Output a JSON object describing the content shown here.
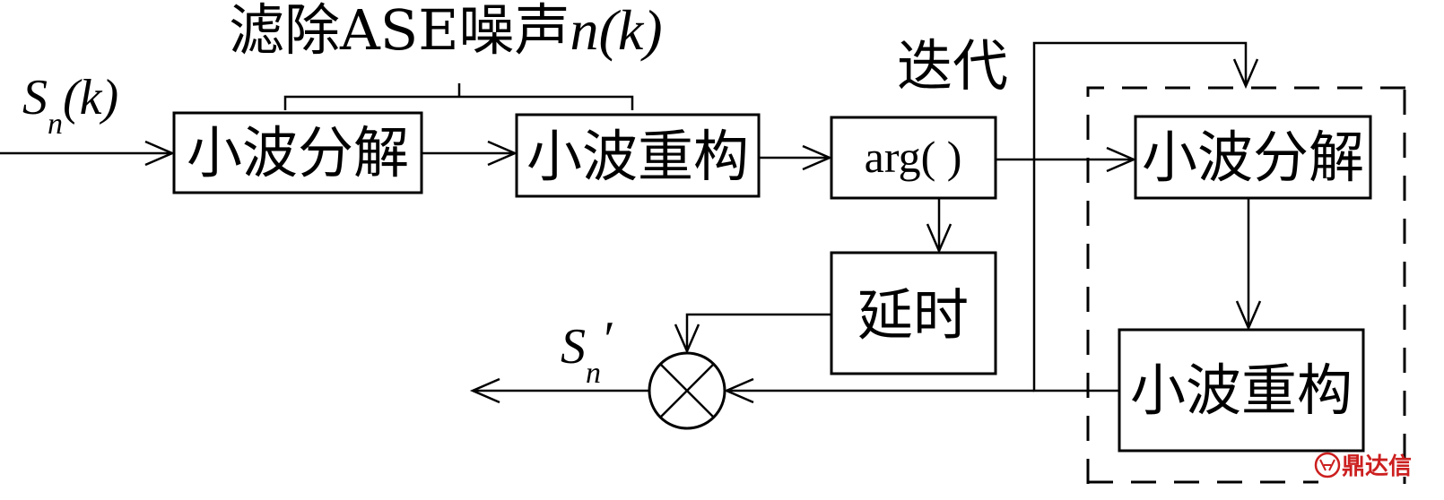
{
  "title": {
    "prefix": "滤除ASE噪声",
    "var": "n",
    "arg": "(k)"
  },
  "input": {
    "main": "S",
    "sub": "n",
    "arg": "(k)"
  },
  "output": {
    "main": "S",
    "sub": "n",
    "prime": "′"
  },
  "iteration_label": "迭代",
  "blocks": {
    "decompose_1": "小波分解",
    "reconstruct_1": "小波重构",
    "arg": "arg( )",
    "delay": "延时",
    "decompose_2": "小波分解",
    "reconstruct_2": "小波重构"
  },
  "multiplier_icon": "multiplier-circle-icon",
  "watermark": {
    "icon": "logo-icon",
    "text": "鼎达信",
    "color": "#cc1f1f"
  }
}
